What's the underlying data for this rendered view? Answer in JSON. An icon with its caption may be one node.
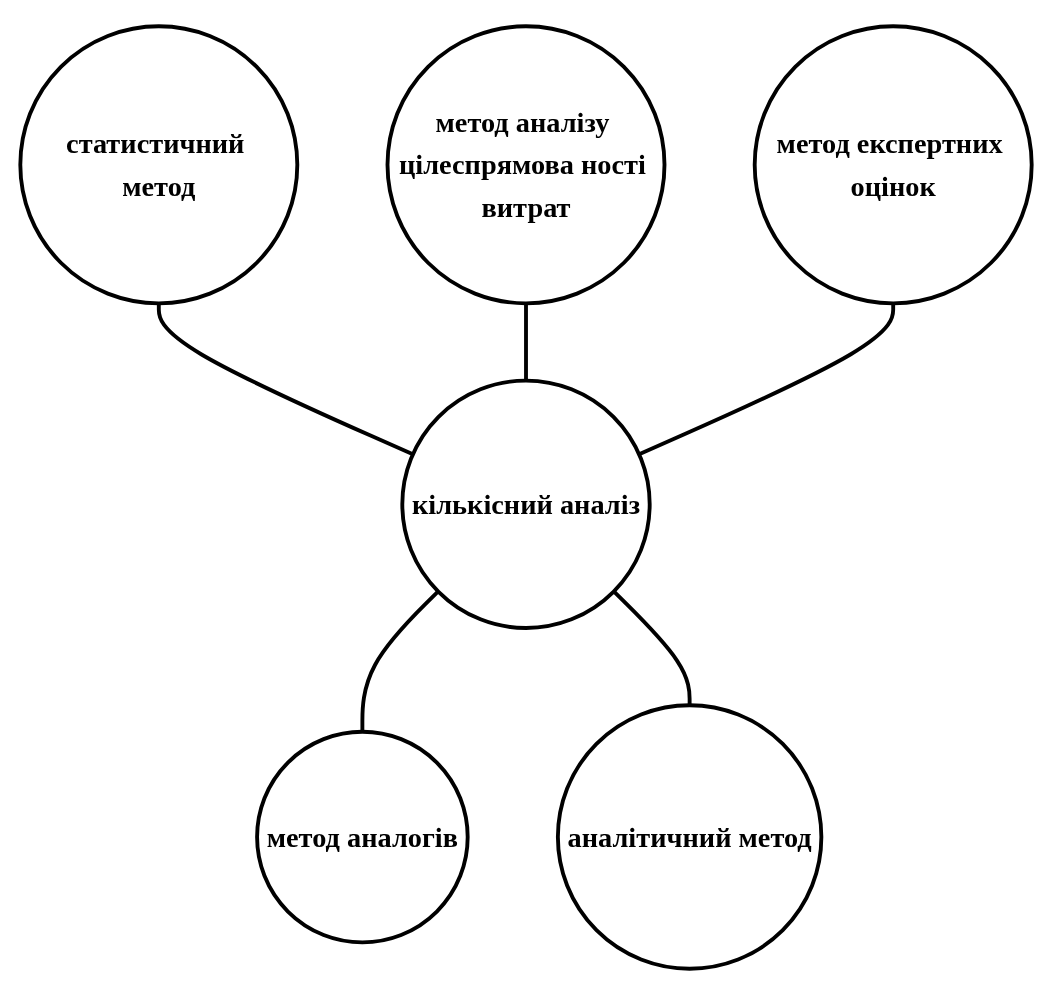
{
  "diagram": {
    "nodes": [
      {
        "text": [
          "статистичний метод"
        ]
      },
      {
        "text": [
          "метод аналізу цілеспрямова ності витрат"
        ]
      },
      {
        "text": [
          "метод експертних оцінок"
        ]
      },
      {
        "text": [
          "кількісний аналіз"
        ]
      },
      {
        "text": [
          "метод аналогів"
        ]
      },
      {
        "text": [
          "аналітичний метод"
        ]
      }
    ],
    "edges": [
      {
        "from": 0,
        "to": 3,
        "arrow": "none"
      },
      {
        "from": 1,
        "to": 3,
        "arrow": "none"
      },
      {
        "from": 2,
        "to": 3,
        "arrow": "none"
      },
      {
        "from": 3,
        "to": 4,
        "arrow": "none"
      },
      {
        "from": 3,
        "to": 5,
        "arrow": "none"
      }
    ]
  }
}
